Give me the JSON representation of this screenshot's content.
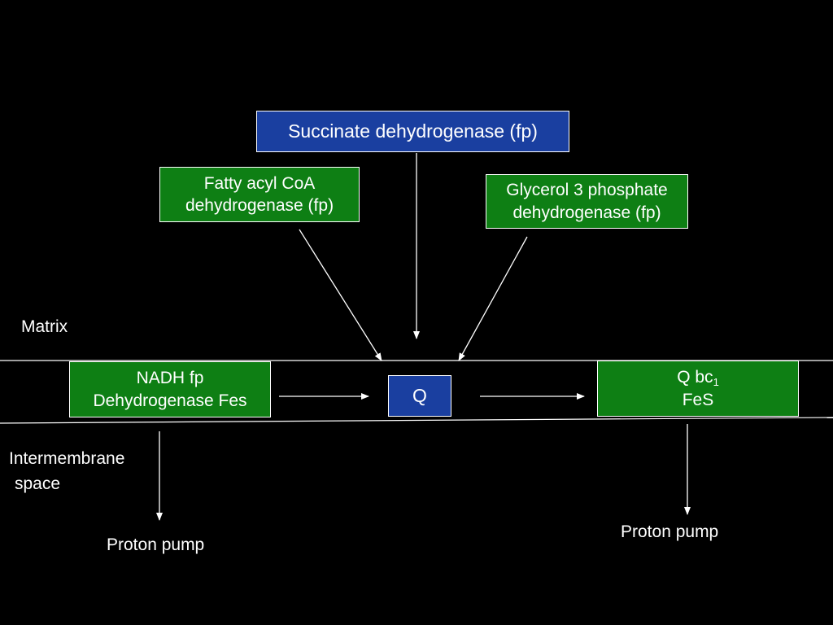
{
  "boxes": {
    "succinate": {
      "text": "Succinate dehydrogenase (fp)",
      "color": "#1a3fa0"
    },
    "fatty_acyl": {
      "line1": "Fatty acyl CoA",
      "line2": "dehydrogenase (fp)",
      "color": "#0e7f14"
    },
    "glycerol": {
      "line1": "Glycerol 3 phosphate",
      "line2": "dehydrogenase (fp)",
      "color": "#0e7f14"
    },
    "nadh": {
      "line1": "NADH fp",
      "line2": "Dehydrogenase Fes",
      "color": "#0e7f14"
    },
    "q": {
      "text": "Q",
      "color": "#1a3fa0"
    },
    "qbc1": {
      "line1_main": "Q  bc",
      "line1_sub": "1",
      "line2": "FeS",
      "color": "#0e7f14"
    }
  },
  "labels": {
    "matrix": "Matrix",
    "intermembrane_line1": "Intermembrane",
    "intermembrane_line2": "space",
    "proton_pump_left": "Proton pump",
    "proton_pump_right": "Proton pump"
  }
}
